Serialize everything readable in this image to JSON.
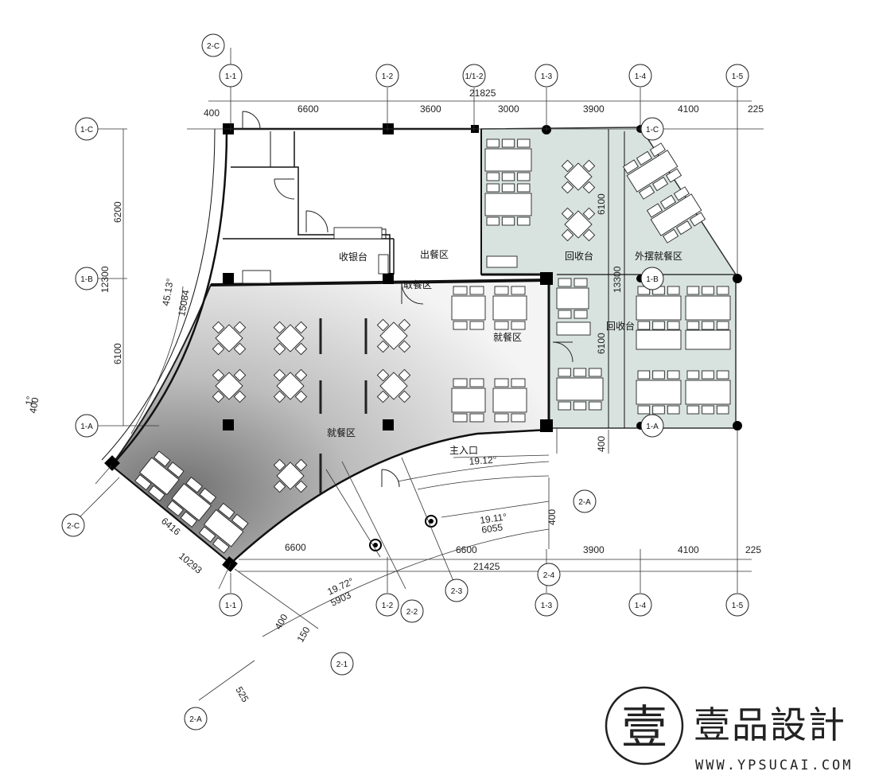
{
  "grid": {
    "top": [
      "1-1",
      "1-2",
      "1/1-2",
      "1-3",
      "1-4",
      "1-5"
    ],
    "bottom": [
      "1-1",
      "1-2",
      "2-2",
      "2-3",
      "1-3",
      "1-4",
      "1-5",
      "2-4"
    ],
    "left": [
      "2-C",
      "1-C",
      "1-B",
      "1-A",
      "2-C"
    ],
    "right": [
      "1-C",
      "1-B",
      "1-A"
    ],
    "arc": [
      "2-A",
      "2-A",
      "2-1"
    ]
  },
  "dims": {
    "top_total": "21825",
    "top_segments": [
      "400",
      "6600",
      "3600",
      "3000",
      "3900",
      "4100",
      "225"
    ],
    "left_total": "12300",
    "left_segments": [
      "6200",
      "6100"
    ],
    "bottom_total": "21425",
    "bottom_segments": [
      "6600",
      "6600",
      "3900",
      "4100",
      "225"
    ],
    "diag_angle": "45.13°",
    "diag_len": "15084",
    "left_bottom_small": "400",
    "left_bottom_angle": "1°",
    "angle_a": "19.12°",
    "angle_b": "19.11°",
    "len_b": "6055",
    "angle_c": "19.72°",
    "len_c": "5903",
    "sw_a": "6416",
    "sw_b": "10293",
    "small_1": "400",
    "small_2": "525",
    "small_3": "150",
    "small_4": "400",
    "mid_1": "6100",
    "mid_2": "13300",
    "mid_3": "6100",
    "mid_4": "400"
  },
  "labels": {
    "cashier": "收银台",
    "serving_out": "出餐区",
    "pickup": "取餐区",
    "dining_1": "就餐区",
    "dining_2": "就餐区",
    "recycle_1": "回收台",
    "recycle_2": "回收台",
    "outdoor": "外摆就餐区",
    "entrance": "主入口"
  },
  "brand": {
    "seal": "壹",
    "name": "壹品設計",
    "url": "WWW.YPSUCAI.COM"
  }
}
